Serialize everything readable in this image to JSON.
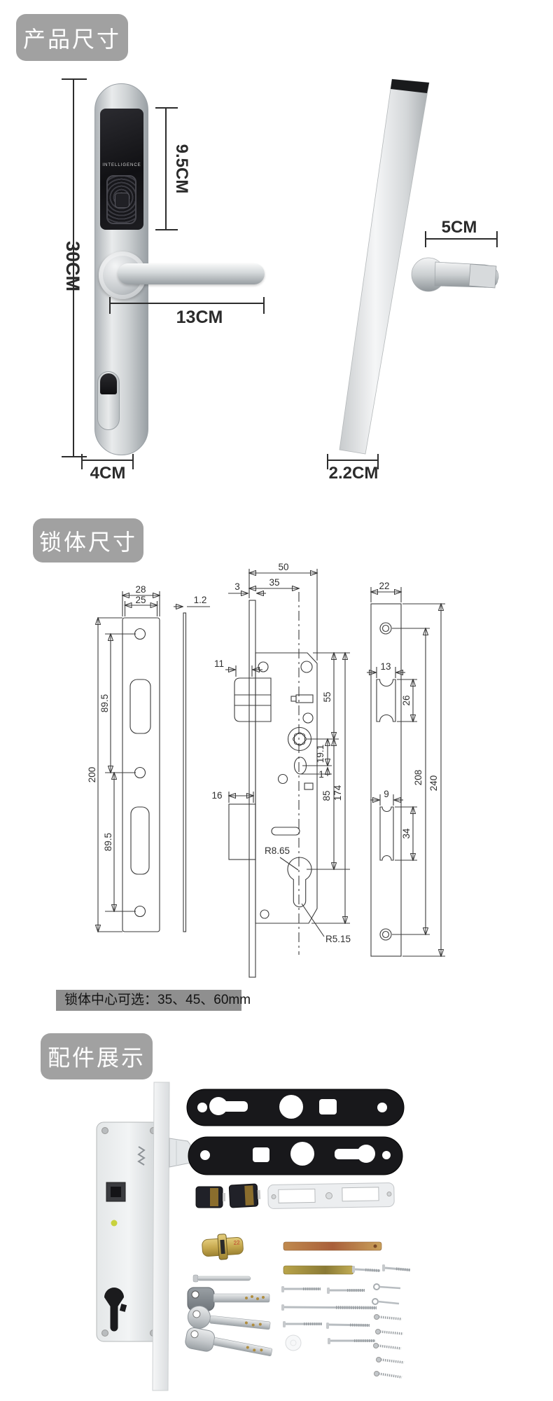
{
  "colors": {
    "badge_bg": "#a1a1a1",
    "note_bg": "#8f8f8f",
    "dimension_text": "#2b2b2b",
    "drawing_line": "#3b3b3b",
    "gasket_black": "#17171a",
    "brass": "#c7a94f"
  },
  "sections": {
    "product_size": {
      "header": "产品尺寸",
      "front_view": {
        "brand_label": "INTELLIGENCE"
      },
      "dims": {
        "overall_height": "30CM",
        "panel_height": "9.5CM",
        "handle_length": "13CM",
        "plate_width": "4CM",
        "handle_depth": "5CM",
        "plate_thickness": "2.2CM"
      }
    },
    "lock_body_size": {
      "header": "锁体尺寸",
      "note": "锁体中心可选：35、45、60mm",
      "strike_plate_dims": {
        "width": "28",
        "hole_offset": "25",
        "thickness": "1.2",
        "upper_hole_span": "89.5",
        "length": "200",
        "lower_hole_span": "89.5"
      },
      "lock_case_dims": {
        "depth": "50",
        "backset": "35",
        "faceplate_thickness": "3",
        "latch_height": "11",
        "deadbolt_height": "16",
        "top_to_spindle": "55",
        "spindle_to_oval": "19.1",
        "oval_offset": "1",
        "spindle_to_cylinder": "85",
        "case_height": "174",
        "cylinder_radius": "R8.65",
        "cylinder_stem_radius": "R5.15"
      },
      "back_plate_dims": {
        "width": "22",
        "upper_slot_width": "13",
        "upper_slot_height": "26",
        "lower_slot_width": "9",
        "lower_slot_height": "34",
        "hole_span": "208",
        "length": "240"
      }
    },
    "accessories": {
      "header": "配件展示",
      "cylinder_mark": "22"
    }
  }
}
